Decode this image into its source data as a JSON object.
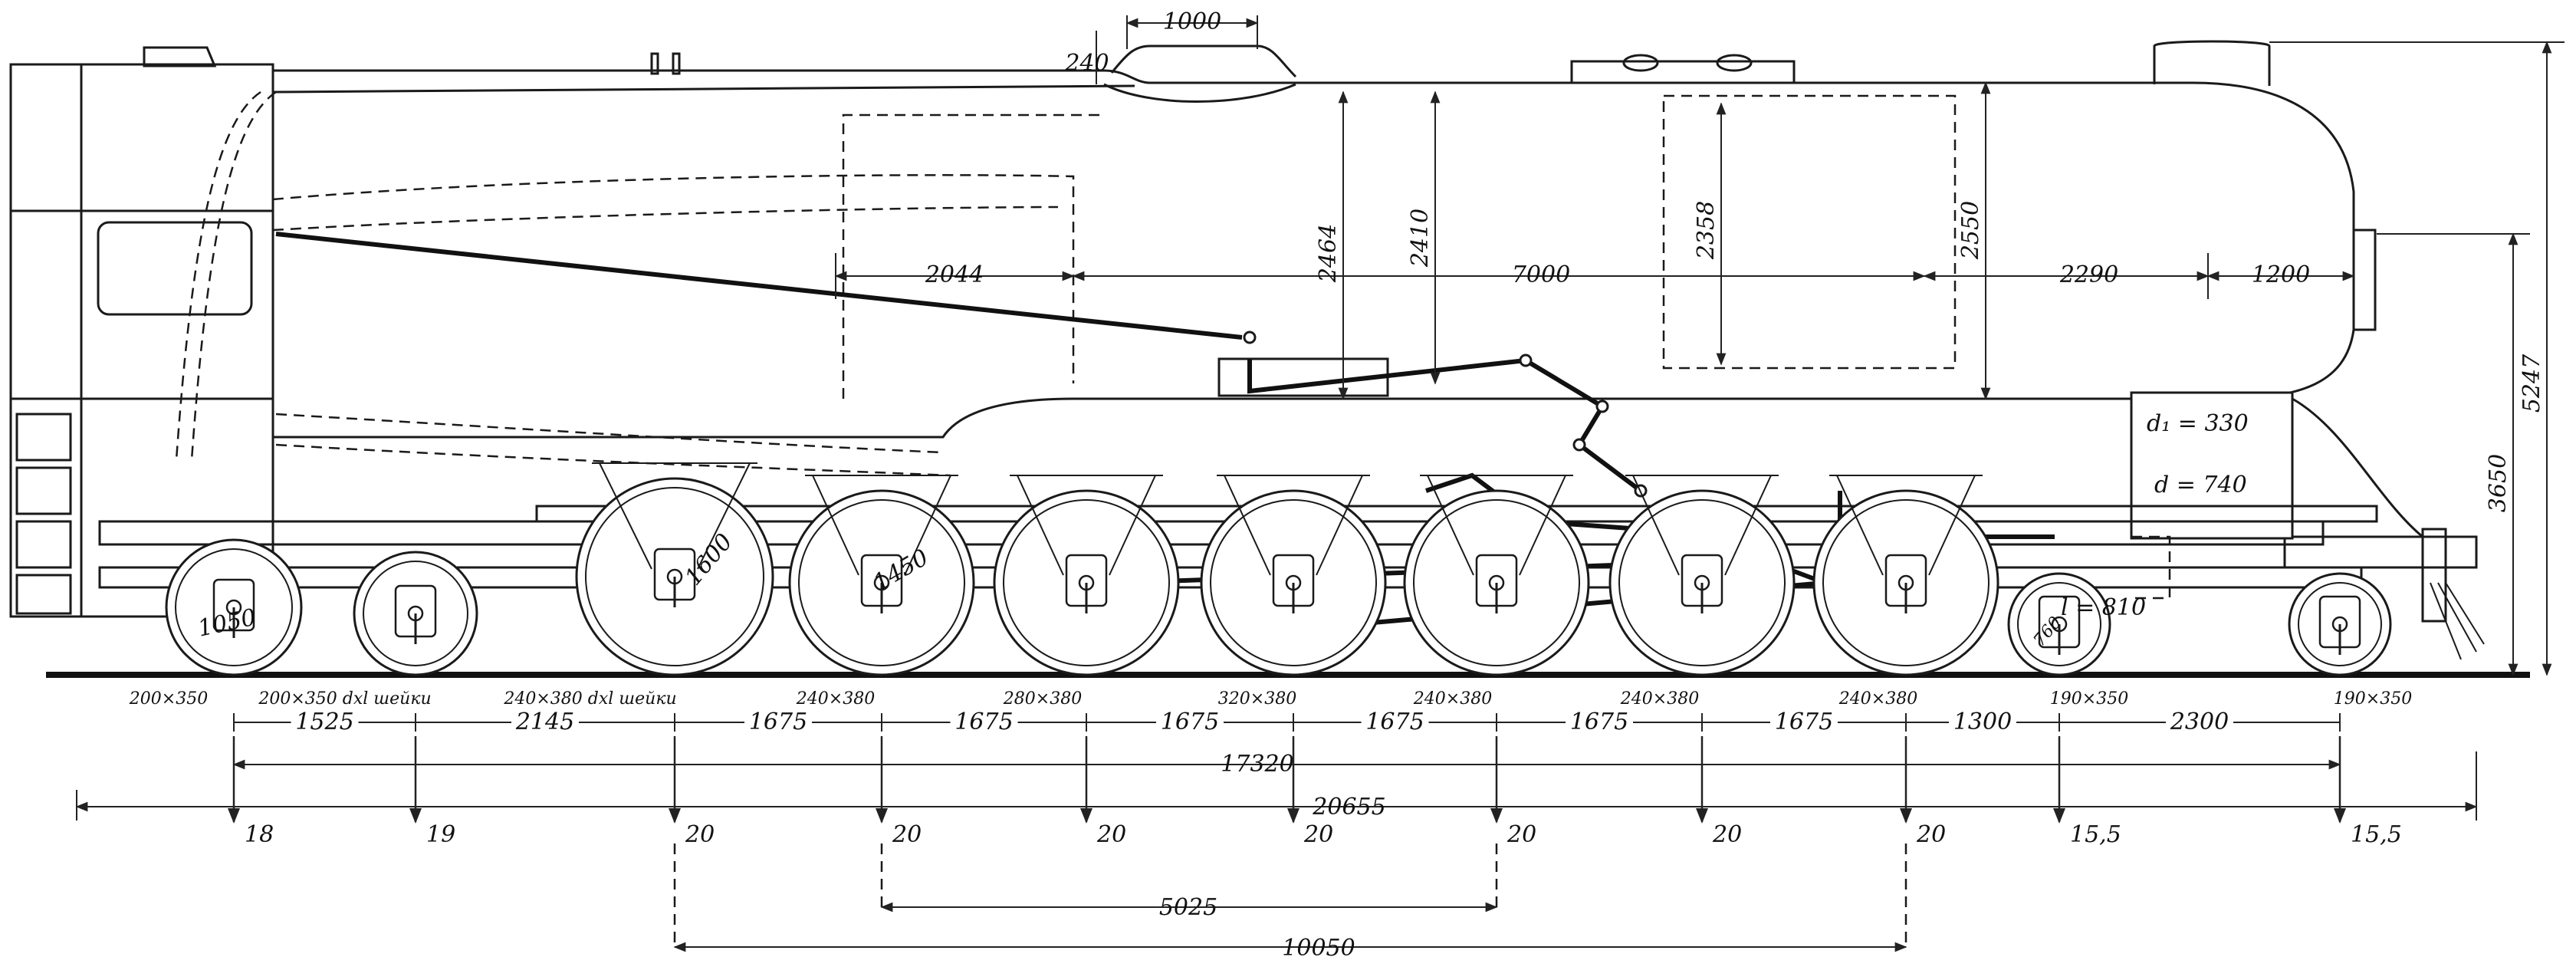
{
  "dimensions": {
    "top_1000": "1000",
    "top_240": "240",
    "h_2044": "2044",
    "h_7000": "7000",
    "h_2290": "2290",
    "h_1200": "1200",
    "v_2464": "2464",
    "v_2410": "2410",
    "v_2358": "2358",
    "v_2550": "2550",
    "v_3650": "3650",
    "v_5247": "5247",
    "wheel_1050": "1050",
    "wheel_1600": "1600",
    "wheel_1450": "1450",
    "wheel_760": "760",
    "total_17320": "17320",
    "total_20655": "20655",
    "span_5025": "5025",
    "span_10050": "10050"
  },
  "cylinder_specs": {
    "d1": "d₁ = 330",
    "d": "d = 740",
    "l": "l = 810"
  },
  "spacings": [
    "1525",
    "2145",
    "1675",
    "1675",
    "1675",
    "1675",
    "1675",
    "1675",
    "1300",
    "2300"
  ],
  "journal_labels": {
    "j1": "200×350",
    "j2": "200×350 dxl шейки",
    "j3": "240×380 dxl шейки",
    "j4": "240×380",
    "j5": "280×380",
    "j6": "320×380",
    "j7": "240×380",
    "j8": "240×380",
    "j9": "240×380",
    "j10": "190×350",
    "j11": "190×350"
  },
  "axle_loads": [
    "18",
    "19",
    "20",
    "20",
    "20",
    "20",
    "20",
    "20",
    "20",
    "15,5",
    "15,5"
  ]
}
